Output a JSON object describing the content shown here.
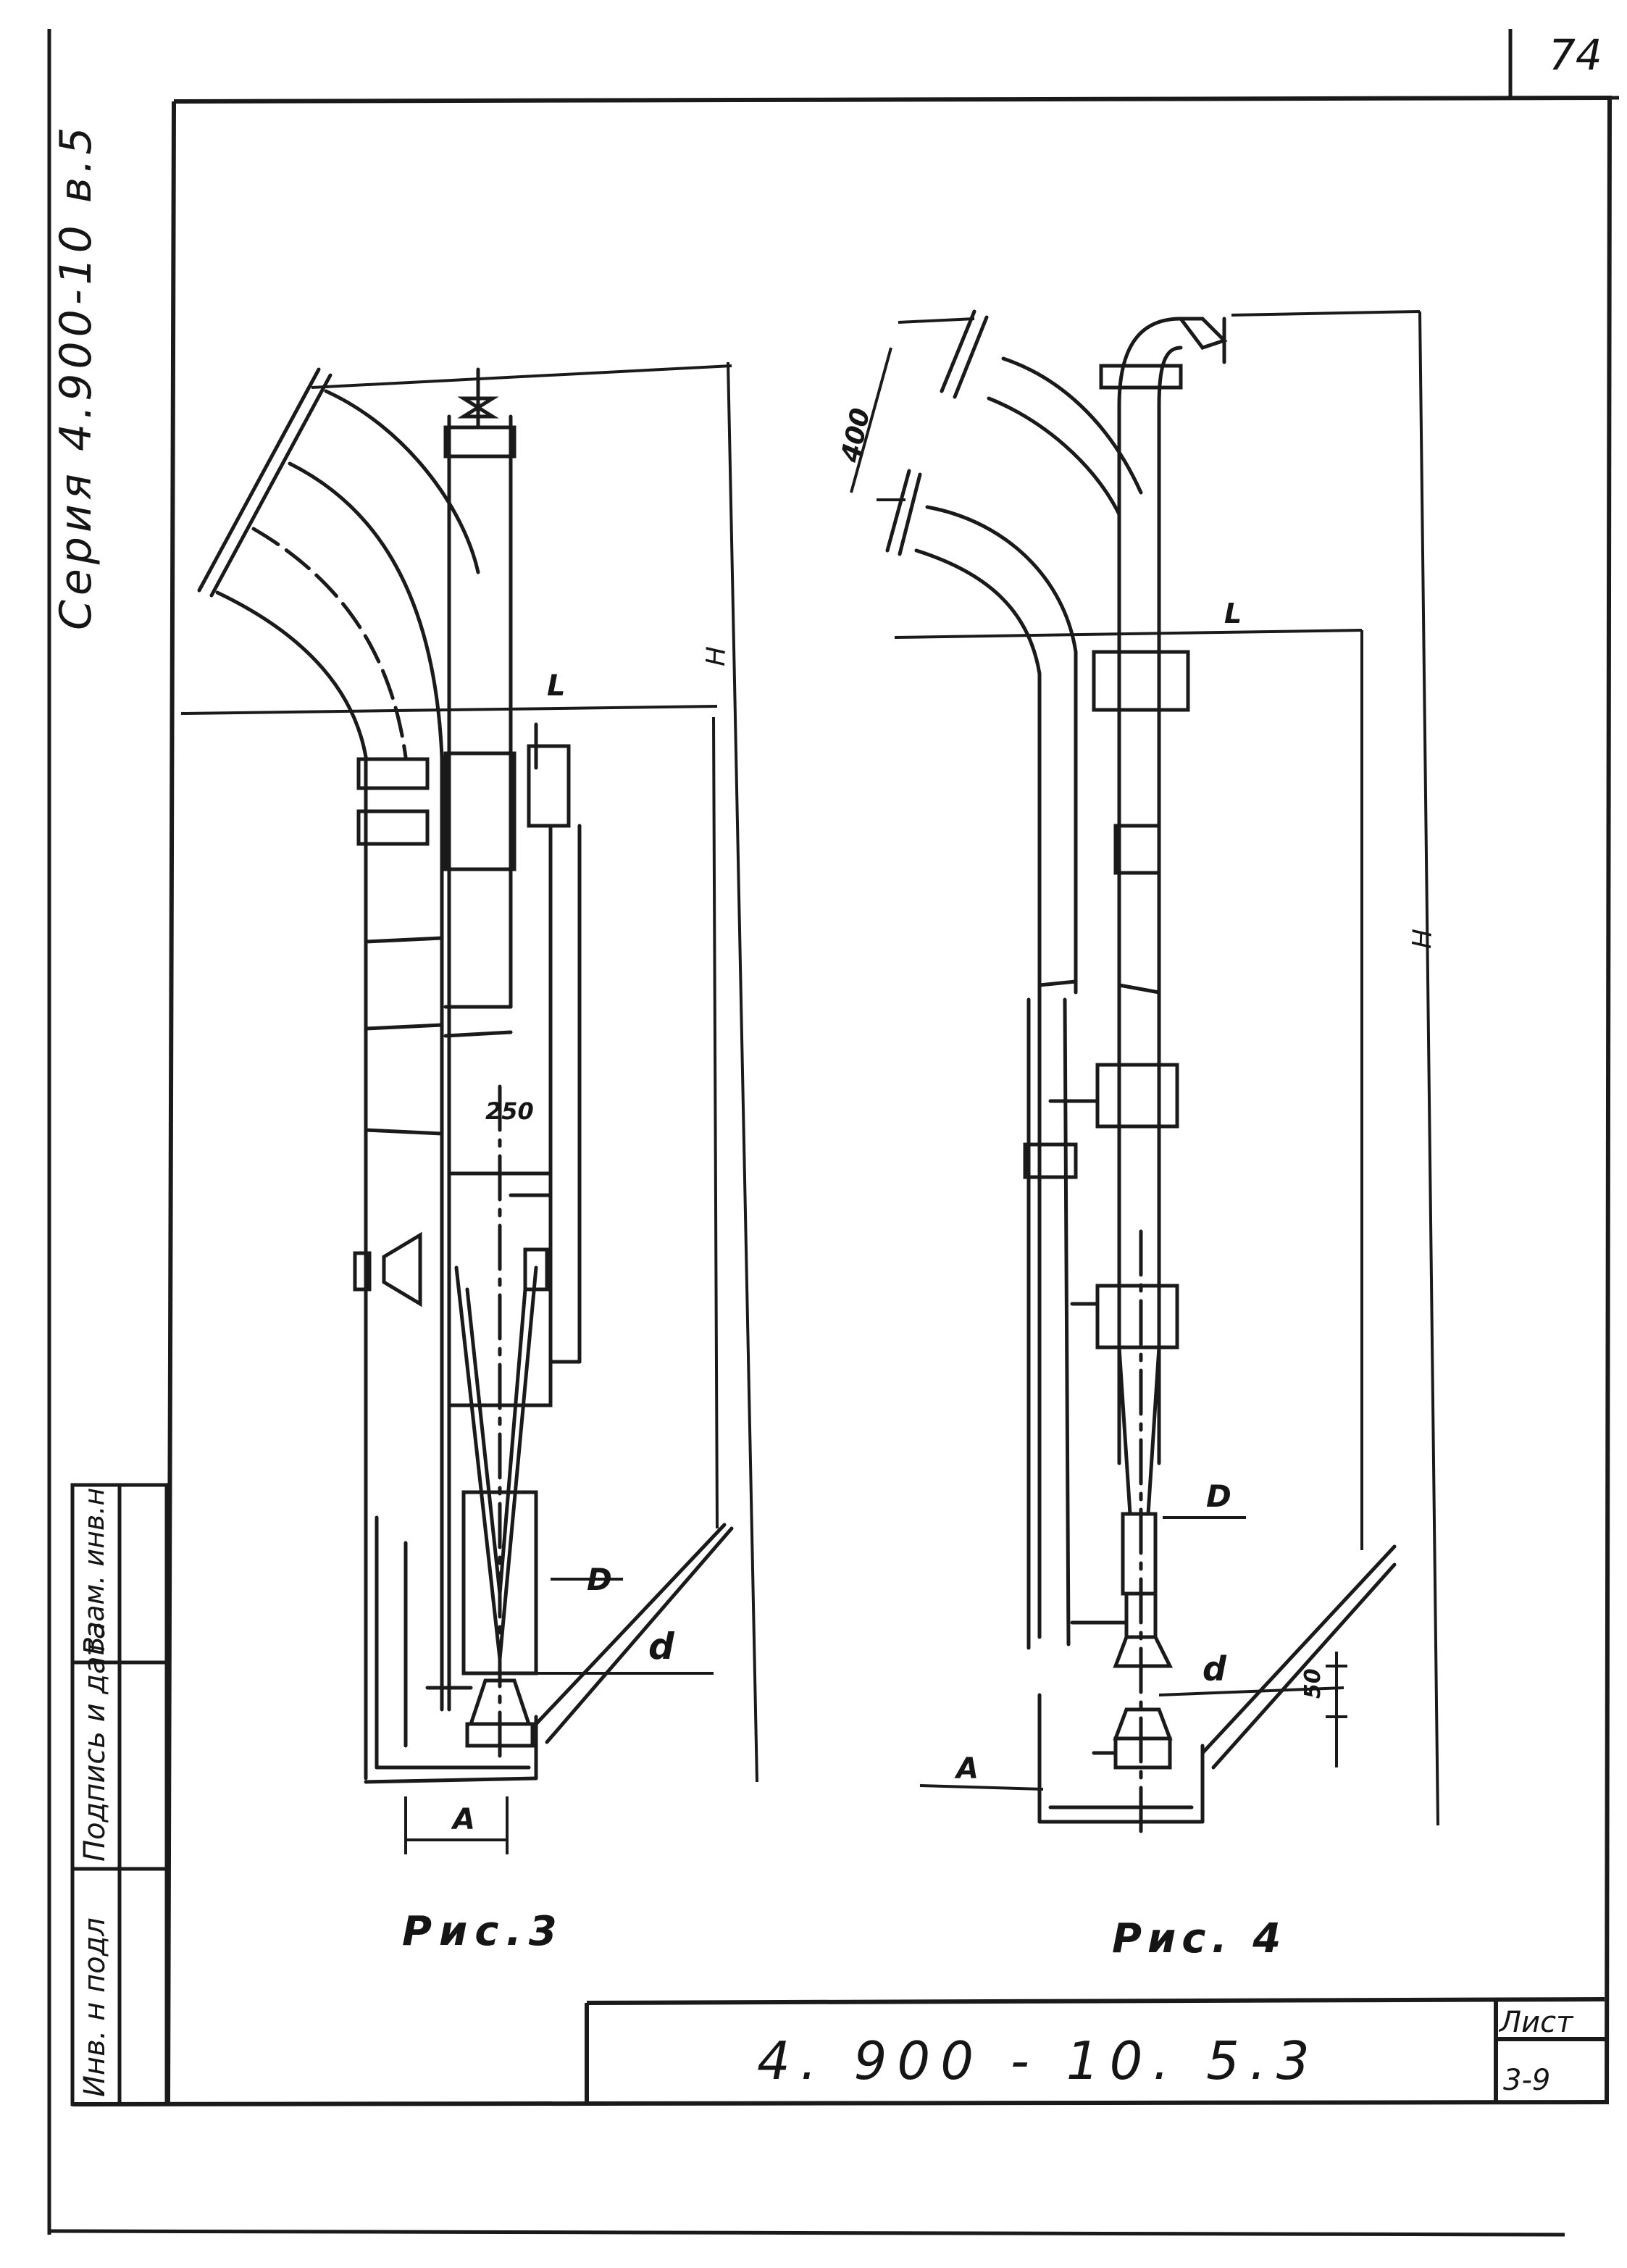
{
  "sheet": {
    "page_number": "74",
    "series_label": "Серия 4.900-10 в.5"
  },
  "side_stamp": {
    "cell_1": "Инв. н подл",
    "cell_2": "Подпись и дата",
    "cell_3": "Взам. инв.н"
  },
  "figure_3": {
    "caption": "Рис.3",
    "labels": {
      "L": "L",
      "H": "H",
      "dim_250": "250",
      "D": "D",
      "d": "d",
      "A": "A"
    }
  },
  "figure_4": {
    "caption": "Рис. 4",
    "labels": {
      "dim_400": "400",
      "L": "L",
      "H": "H",
      "D": "D",
      "d": "d",
      "dim_50": "50",
      "A": "A"
    }
  },
  "title_block": {
    "designation": "4. 900 - 10. 5.3",
    "sheet_label": "Лист",
    "sheet_number": "3-9"
  }
}
